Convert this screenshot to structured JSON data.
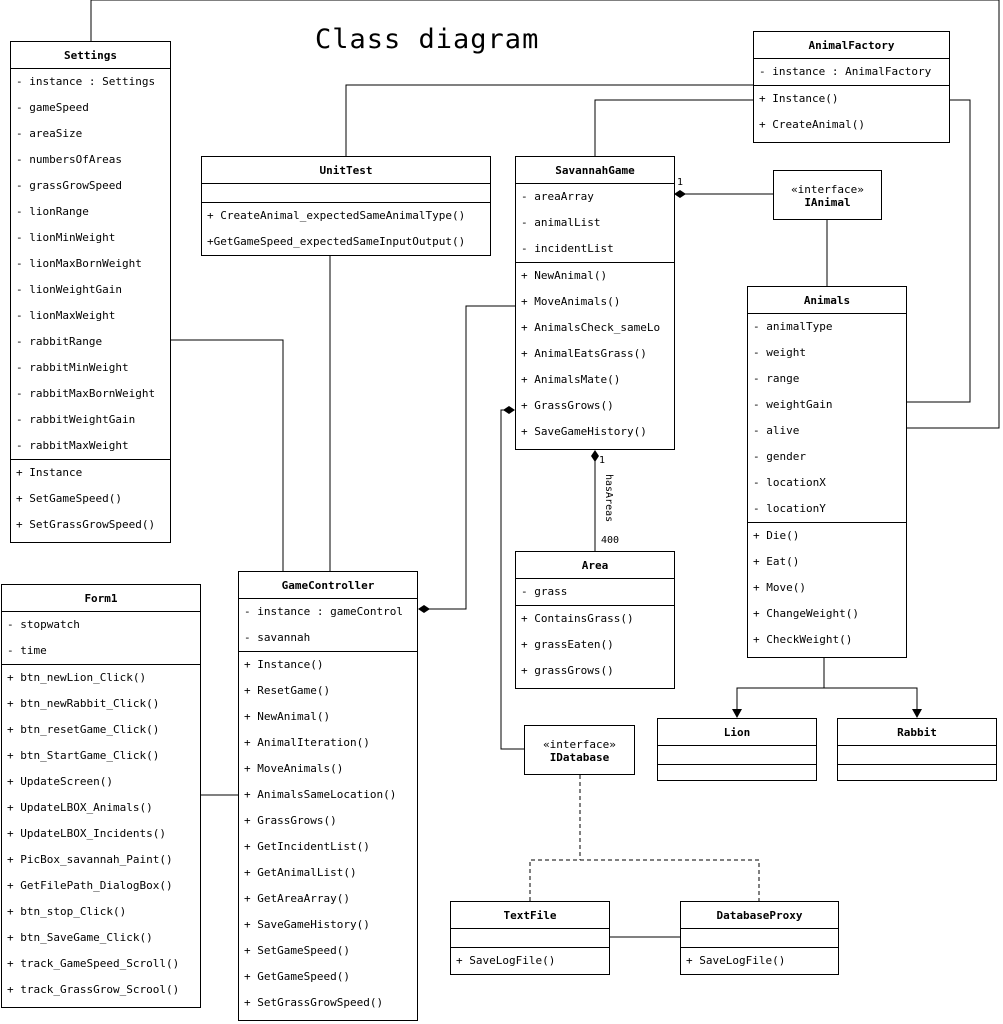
{
  "title": "Class diagram",
  "classes": {
    "settings": {
      "name": "Settings",
      "attributes": [
        "- instance : Settings",
        "- gameSpeed",
        "- areaSize",
        "- numbersOfAreas",
        "- grassGrowSpeed",
        "- lionRange",
        "- lionMinWeight",
        "- lionMaxBornWeight",
        "- lionWeightGain",
        "- lionMaxWeight",
        "- rabbitRange",
        "- rabbitMinWeight",
        "- rabbitMaxBornWeight",
        "- rabbitWeightGain",
        "- rabbitMaxWeight"
      ],
      "methods": [
        "+ Instance",
        "+ SetGameSpeed()",
        "+ SetGrassGrowSpeed()"
      ]
    },
    "animalfactory": {
      "name": "AnimalFactory",
      "attributes": [
        "- instance : AnimalFactory"
      ],
      "methods": [
        "+ Instance()",
        "+ CreateAnimal()"
      ]
    },
    "unittest": {
      "name": "UnitTest",
      "attributes": [],
      "methods": [
        "+ CreateAnimal_expectedSameAnimalType()",
        "+GetGameSpeed_expectedSameInputOutput()"
      ]
    },
    "savannahgame": {
      "name": "SavannahGame",
      "attributes": [
        "- areaArray",
        "- animalList",
        "- incidentList"
      ],
      "methods": [
        "+ NewAnimal()",
        "+ MoveAnimals()",
        "+ AnimalsCheck_sameLo",
        "+ AnimalEatsGrass()",
        "+ AnimalsMate()",
        "+ GrassGrows()",
        "+ SaveGameHistory()"
      ]
    },
    "ianimal": {
      "stereotype": "«interface»",
      "name": "IAnimal"
    },
    "animals": {
      "name": "Animals",
      "attributes": [
        "- animalType",
        "- weight",
        "- range",
        "- weightGain",
        "- alive",
        "- gender",
        "- locationX",
        "- locationY"
      ],
      "methods": [
        "+ Die()",
        "+ Eat()",
        "+ Move()",
        "+ ChangeWeight()",
        "+ CheckWeight()"
      ]
    },
    "area": {
      "name": "Area",
      "attributes": [
        "- grass"
      ],
      "methods": [
        "+ ContainsGrass()",
        "+ grassEaten()",
        "+ grassGrows()"
      ]
    },
    "form1": {
      "name": "Form1",
      "attributes": [
        "- stopwatch",
        "- time"
      ],
      "methods": [
        "+ btn_newLion_Click()",
        "+ btn_newRabbit_Click()",
        "+ btn_resetGame_Click()",
        "+ btn_StartGame_Click()",
        "+ UpdateScreen()",
        "+ UpdateLBOX_Animals()",
        "+ UpdateLBOX_Incidents()",
        "+ PicBox_savannah_Paint()",
        "+ GetFilePath_DialogBox()",
        "+ btn_stop_Click()",
        "+ btn_SaveGame_Click()",
        "+ track_GameSpeed_Scroll()",
        "+ track_GrassGrow_Scrool()"
      ]
    },
    "gamecontroller": {
      "name": "GameController",
      "attributes": [
        "- instance : gameControl",
        "- savannah"
      ],
      "methods": [
        "+ Instance()",
        "+ ResetGame()",
        "+ NewAnimal()",
        "+ AnimalIteration()",
        "+ MoveAnimals()",
        "+ AnimalsSameLocation()",
        "+ GrassGrows()",
        "+ GetIncidentList()",
        "+ GetAnimalList()",
        "+ GetAreaArray()",
        "+ SaveGameHistory()",
        "+ SetGameSpeed()",
        "+ GetGameSpeed()",
        "+ SetGrassGrowSpeed()"
      ]
    },
    "idatabase": {
      "stereotype": "«interface»",
      "name": "IDatabase"
    },
    "lion": {
      "name": "Lion",
      "attributes": [],
      "methods": []
    },
    "rabbit": {
      "name": "Rabbit",
      "attributes": [],
      "methods": []
    },
    "textfile": {
      "name": "TextFile",
      "attributes": [],
      "methods": [
        "+ SaveLogFile()"
      ]
    },
    "databaseproxy": {
      "name": "DatabaseProxy",
      "attributes": [],
      "methods": [
        "+ SaveLogFile()"
      ]
    }
  },
  "labels": {
    "game_ianimal_mult": "1",
    "game_area_mult": "1",
    "area_mult": "400",
    "has_areas": "hasAreas"
  }
}
